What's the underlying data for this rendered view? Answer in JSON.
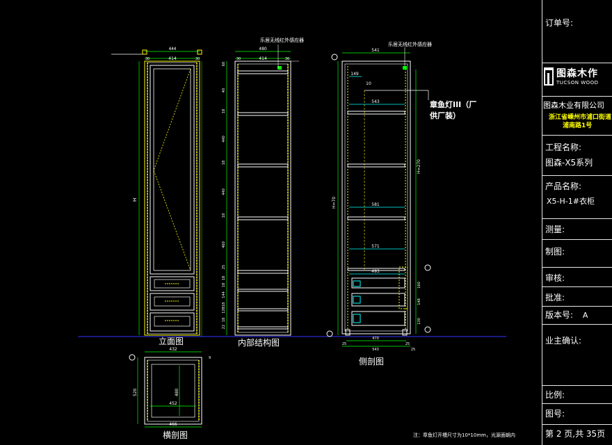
{
  "drawing": {
    "annotations": {
      "receiver_a": "乐居无线红外感应器",
      "receiver_b": "乐居无线红外感应器",
      "lamp": "章鱼灯III（厂",
      "lamp2": "供厂装）",
      "h_total": "H",
      "h_side": "H=70",
      "h_inner": "H=270",
      "note": "注：章鱼灯开槽尺寸为10*10mm，光源面朝内"
    },
    "view_labels": {
      "front": "立面图",
      "internal": "内部结构图",
      "side": "侧剖图",
      "plan": "横剖图"
    },
    "dims_front": [
      "444",
      "30",
      "414",
      "30"
    ],
    "dims_internal_top": [
      "480",
      "30",
      "414",
      "36"
    ],
    "dims_internal_left": [
      "60",
      "40",
      "18",
      "440",
      "18",
      "440",
      "18",
      "460",
      "25",
      "18",
      "18",
      "144",
      "18",
      "138",
      "18",
      "22"
    ],
    "dims_side_top": [
      "541",
      "149",
      "10",
      "543",
      "581",
      "571",
      "493"
    ],
    "dims_side_right": [
      "160",
      "148",
      "130"
    ],
    "dims_side_bottom": [
      "25",
      "470",
      "25",
      "543",
      "25"
    ],
    "dims_plan": [
      "432",
      "9",
      "520",
      "480",
      "452",
      "466"
    ]
  },
  "title_block": {
    "order_no_label": "订单号:",
    "logo_name": "图森木作",
    "logo_en": "TUCSON WOOD",
    "company": "图森木业有限公司",
    "address_1": "浙江省嵊州市浦口街道",
    "address_2": "浦南路1号",
    "project_label": "工程名称:",
    "project_value": "图森-X5系列",
    "product_label": "产品名称:",
    "product_value": "X5-H-1#衣柜",
    "measure_label": "测量:",
    "draw_label": "制图:",
    "review_label": "审核:",
    "approve_label": "批准:",
    "version_label": "版本号:",
    "version_value": "A",
    "owner_label": "业主确认:",
    "scale_label": "比例:",
    "drawing_no_label": "图号:",
    "page_label": "第 2 页,共 35页"
  },
  "colors": {
    "background": "#000000",
    "outline": "#ffffff",
    "yellow": "#ffff00",
    "cyan": "#00ffff",
    "green": "#00ff00",
    "blue": "#3333ff",
    "red": "#ff3333",
    "gray": "#c8c8c8"
  }
}
